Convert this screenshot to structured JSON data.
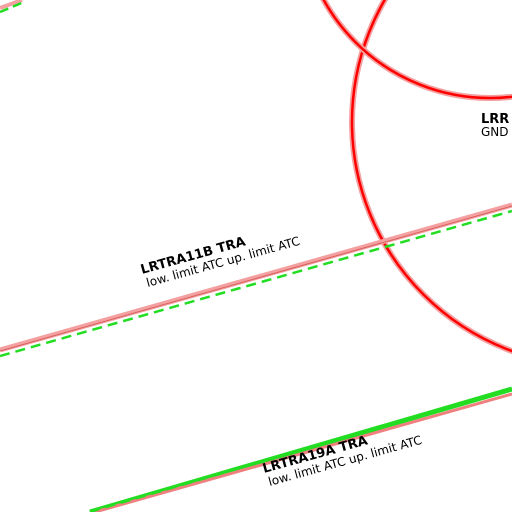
{
  "colors": {
    "background": "#ffffff",
    "zone_red": "#ff0000",
    "zone_halo": "#f4a0a0",
    "dashed_green": "#22dd22",
    "label_text": "#000000"
  },
  "zones": {
    "lrtra11b": {
      "name": "LRTRA11B TRA",
      "limits": "low. limit ATC up. limit ATC"
    },
    "lrtra19a": {
      "name": "LRTRA19A TRA",
      "limits": "low. limit ATC up. limit ATC"
    },
    "lrr": {
      "name": "LRR",
      "limits": "GND"
    }
  }
}
